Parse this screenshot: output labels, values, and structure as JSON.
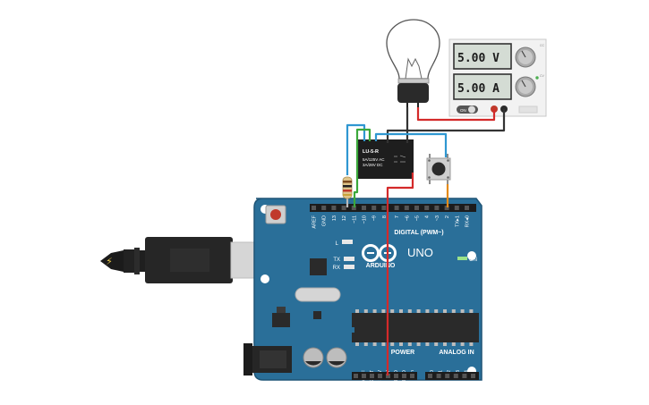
{
  "power_supply": {
    "voltage": "5.00 V",
    "current": "5.00 A",
    "switch_label": "ON",
    "knob_tiny_labels": [
      "CC",
      "CV"
    ]
  },
  "relay": {
    "model": "LU-5-R",
    "rating_line1": "5A/125V AC",
    "rating_line2": "3A/28V DC"
  },
  "arduino": {
    "brand": "ARDUINO",
    "model": "UNO",
    "on_label": "ON",
    "led_labels": [
      "L",
      "TX",
      "RX"
    ],
    "digital_header_label": "DIGITAL (PWM~)",
    "digital_pins": [
      "AREF",
      "GND",
      "13",
      "12",
      "~11",
      "~10",
      "~9",
      "8",
      "7",
      "~6",
      "~5",
      "4",
      "~3",
      "2",
      "TX▸1",
      "RX◂0"
    ],
    "power_header_label": "POWER",
    "power_pins": [
      "IOREF",
      "RESET",
      "3.3V",
      "5V",
      "GND",
      "GND",
      "Vin"
    ],
    "analog_header_label": "ANALOG IN",
    "analog_pins": [
      "A0",
      "A1",
      "A2",
      "A3",
      "A4",
      "A5"
    ]
  },
  "colors": {
    "board": "#2a6f99",
    "board_edge": "#1e5476",
    "wire_red": "#d42a2a",
    "wire_black": "#333333",
    "wire_blue": "#2f97d1",
    "wire_green": "#3ba83b",
    "wire_orange": "#e58a19"
  },
  "icons": [
    "usb-cable-icon",
    "lightbulb-icon",
    "pushbutton-icon",
    "resistor-icon"
  ]
}
